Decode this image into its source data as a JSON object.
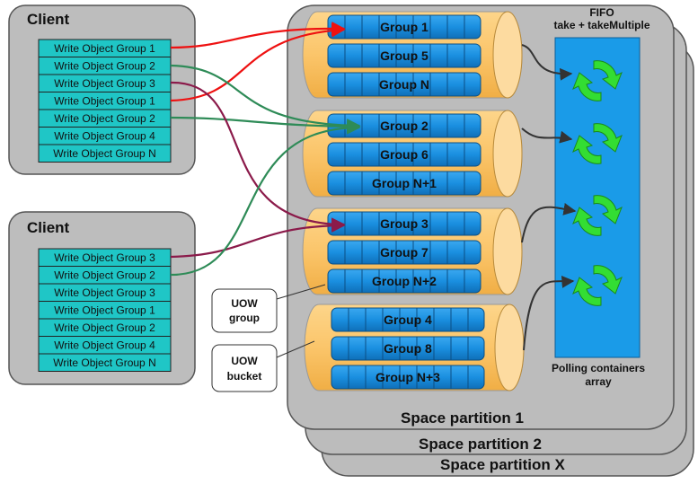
{
  "clients": [
    {
      "title": "Client",
      "rows": [
        "Write Object Group 1",
        "Write Object Group 2",
        "Write Object Group 3",
        "Write Object Group 1",
        "Write Object Group 2",
        "Write Object Group 4",
        "Write Object Group N"
      ]
    },
    {
      "title": "Client",
      "rows": [
        "Write Object Group 3",
        "Write Object Group 2",
        "Write Object Group 3",
        "Write Object Group 1",
        "Write Object Group 2",
        "Write Object Group 4",
        "Write Object Group N"
      ]
    }
  ],
  "partitions": [
    "Space partition 1",
    "Space partition 2",
    "Space partition X"
  ],
  "buckets": [
    [
      "Group 1",
      "Group 5",
      "Group N"
    ],
    [
      "Group 2",
      "Group 6",
      "Group N+1"
    ],
    [
      "Group 3",
      "Group 7",
      "Group N+2"
    ],
    [
      "Group 4",
      "Group 8",
      "Group N+3"
    ]
  ],
  "fifo": {
    "title_line1": "FIFO",
    "title_line2": "take + takeMultiple"
  },
  "polling": {
    "line1": "Polling containers",
    "line2": "array"
  },
  "callouts": [
    {
      "line1": "UOW",
      "line2": "group"
    },
    {
      "line1": "UOW",
      "line2": "bucket"
    }
  ],
  "colors": {
    "client_bg": "#bdbdbd",
    "row_fill": "#1fc6c6",
    "partition_bg": "#bcbcbc",
    "bucket_fill": "#fbc56a",
    "bucket_cap": "#fddba0",
    "cylinder_fill": "#1a8fe0",
    "fifo_panel": "#1a9be8",
    "cycle_green": "#33dd33",
    "arrow_red": "#ee1111",
    "arrow_green": "#2e8b57",
    "arrow_purple": "#8b1a4a",
    "arrow_dark": "#333333"
  },
  "icons": [
    "cycle-icon"
  ]
}
